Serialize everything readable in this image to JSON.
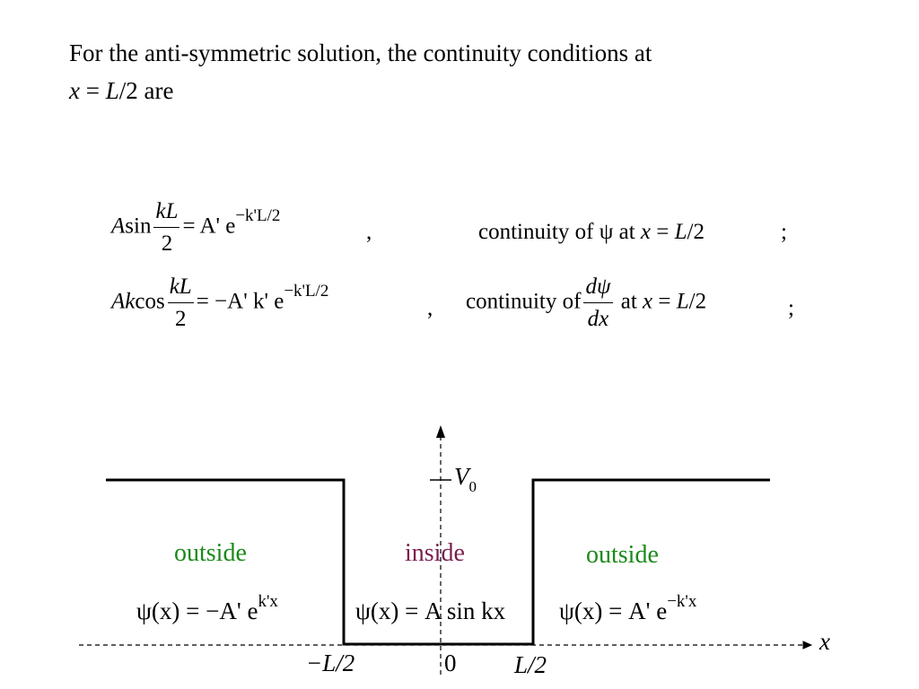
{
  "slide": {
    "intro_line1": "For the anti-symmetric solution, the continuity conditions at",
    "intro_line2_x": "x",
    "intro_line2_eq": " = ",
    "intro_line2_L": "L",
    "intro_line2_rest": "/2 are"
  },
  "equations": {
    "eq1": {
      "lhs_pre": "A",
      "lhs_fn": "sin",
      "frac_num": "kL",
      "frac_den": "2",
      "rhs_pre": "= A' e",
      "rhs_exp": "−k'L/2",
      "comma": ",",
      "condition_text": "continuity of ψ at",
      "condition_x": "x",
      "condition_eq": " = ",
      "condition_L": "L",
      "condition_rest": "/2",
      "semicolon": ";"
    },
    "eq2": {
      "lhs_pre": "Ak",
      "lhs_fn": "cos",
      "frac_num": "kL",
      "frac_den": "2",
      "rhs_pre": "= −A' k' e",
      "rhs_exp": "−k'L/2",
      "comma": ",",
      "condition_text": "continuity of",
      "deriv_num": "dψ",
      "deriv_den": "dx",
      "condition_at": "at",
      "condition_x": "x",
      "condition_eq": " = ",
      "condition_L": "L",
      "condition_rest": "/2",
      "semicolon": ";"
    }
  },
  "diagram": {
    "label_outside_left": "outside",
    "label_inside": "inside",
    "label_outside_right": "outside",
    "wf_left": "ψ(x) = −A' e",
    "wf_left_exp": "k'x",
    "wf_center": "ψ(x) = A sin kx",
    "wf_right": "ψ(x) = A' e",
    "wf_right_exp": "−k'x",
    "v0_label": "V",
    "v0_sub": "0",
    "x_axis_label": "x",
    "tick_left": "−L/2",
    "tick_zero": "0",
    "tick_right": "L/2",
    "colors": {
      "outside": "#1a8a1a",
      "inside": "#7a1f4f"
    }
  }
}
